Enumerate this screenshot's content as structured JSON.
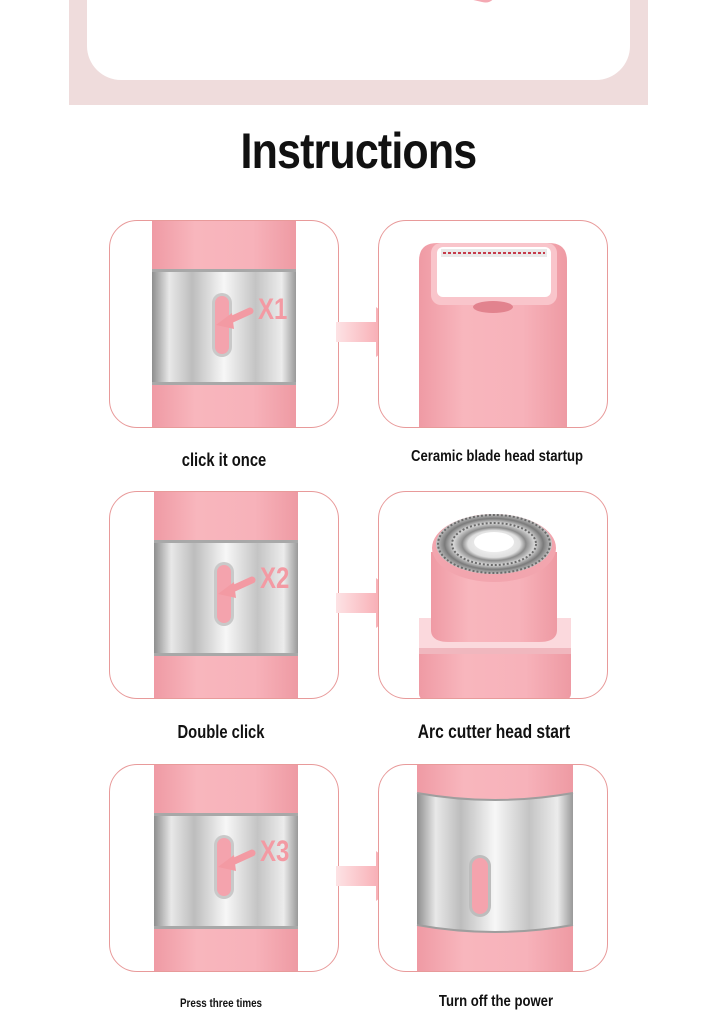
{
  "title": "Instructions",
  "steps": [
    {
      "left_caption": "click it once",
      "right_caption": "Ceramic blade head startup",
      "press_label": "X1"
    },
    {
      "left_caption": "Double click",
      "right_caption": "Arc cutter head start",
      "press_label": "X2"
    },
    {
      "left_caption": "Press three times",
      "right_caption": "Turn off the power",
      "press_label": "X3"
    }
  ],
  "colors": {
    "pink_body": "#f6aeb6",
    "panel_border": "#e89a9a",
    "arrow": "#f79aa2",
    "press_label": "#f39aa3",
    "top_band": "#efdcdc"
  }
}
